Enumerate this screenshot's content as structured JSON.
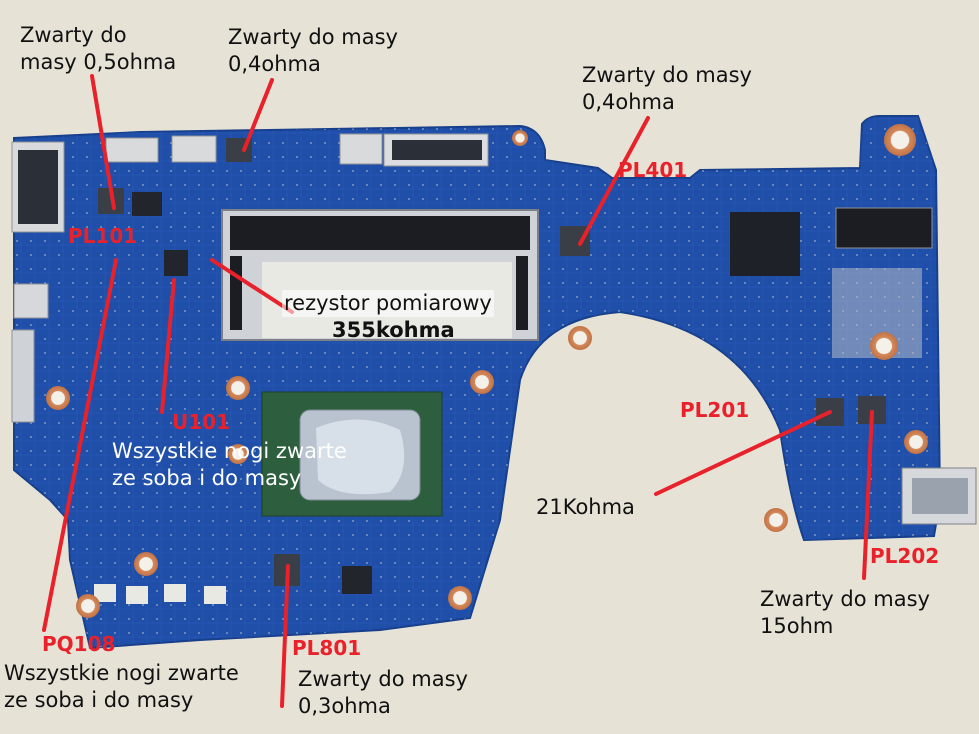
{
  "photo": {
    "background": "#e6e2d6",
    "board_color": "#1f4fa8",
    "board_dark": "#17398a",
    "marker_color": "#e8212b",
    "text_color": "#111111"
  },
  "annotations": {
    "pl101_note": [
      "Zwarty do",
      "masy 0,5ohma"
    ],
    "pl101_ref": "PL101",
    "top_note": [
      "Zwarty do masy",
      "0,4ohma"
    ],
    "pl401_note": [
      "Zwarty do masy",
      "0,4ohma"
    ],
    "pl401_ref": "PL401",
    "resistor_note": [
      "rezystor pomiarowy",
      "355kohma"
    ],
    "u101_ref": "U101",
    "u101_note": [
      "Wszystkie nogi zwarte",
      "ze soba i do masy"
    ],
    "pl201_ref": "PL201",
    "pl201_note": "21Kohma",
    "pl202_ref": "PL202",
    "pl202_note": [
      "Zwarty do masy",
      "15ohm"
    ],
    "pq108_ref": "PQ108",
    "pq108_note": [
      "Wszystkie nogi zwarte",
      "ze soba i do masy"
    ],
    "pl801_ref": "PL801",
    "pl801_note": [
      "Zwarty do masy",
      "0,3ohma"
    ]
  }
}
